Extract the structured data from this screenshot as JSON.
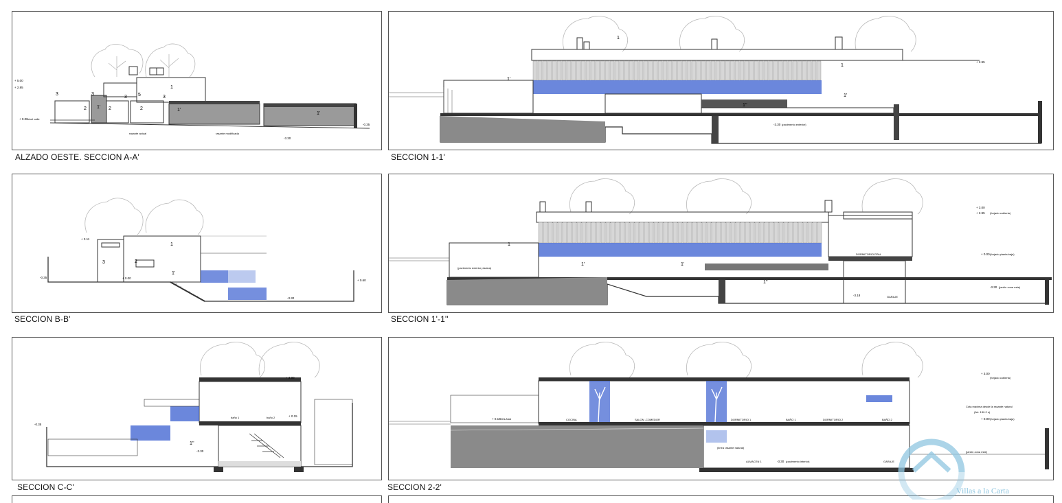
{
  "sections": [
    {
      "id": "a",
      "caption": "ALZADO OESTE. SECCION A-A'"
    },
    {
      "id": "11",
      "caption": "SECCION 1-1'"
    },
    {
      "id": "bb",
      "caption": "SECCION B-B'"
    },
    {
      "id": "111",
      "caption": "SECCION 1'-1''"
    },
    {
      "id": "cc",
      "caption": "SECCION C-C'"
    },
    {
      "id": "22",
      "caption": "SECCION 2-2'"
    }
  ],
  "labels": {
    "a": {
      "n1": "1",
      "n2": "2",
      "n3": "3",
      "n5": "5",
      "n1p": "1'",
      "lv1": "+ 5.00",
      "lv2": "+ 2.85",
      "lv3": "+ 0.00",
      "lv4": "-3.30",
      "lv5": "-0.35",
      "t1": "nivel calle",
      "t2": "rasante actual",
      "t3": "rasante modificada"
    },
    "11": {
      "n1": "1",
      "n1p": "1'",
      "n1pp": "1''",
      "lv1": "+ 2.95",
      "lv2": "-3.30",
      "t1": "(pavimento exterior)"
    },
    "bb": {
      "n1": "1",
      "n1p": "1'",
      "n2": "2",
      "n3": "3",
      "lv1": "+ 3.11",
      "lv2": "+ 0.00",
      "lv3": "-0.35",
      "lv4": "-3.30",
      "lv5": "+ 0.60"
    },
    "111": {
      "n1": "1",
      "n1p": "1'",
      "n1pp": "1''",
      "lv1": "+ 3.00",
      "lv2": "+ 2.95",
      "lv3": "+ 0.00",
      "lv4": "-3.18",
      "lv5": "-3.30",
      "t1": "DORMITORIO PPAL",
      "t2": "GARAJE",
      "t3": "(forjado cubierta)",
      "t4": "(forjado planta baja)",
      "t5": "(jardín zona este)",
      "t6": "(pavimento exterior piscina)"
    },
    "cc": {
      "n1pp": "1''",
      "lv1": "+ 3.00",
      "lv2": "+ 0.15",
      "lv3": "-3.30",
      "lv4": "-0.35",
      "t1": "baño 1",
      "t2": "baño 2"
    },
    "22": {
      "lv1": "+ 3.00",
      "lv2": "+ 0.15",
      "lv3": "+ 0.00",
      "lv4": "-3.30",
      "t1": "SOLANA",
      "t2": "COCINA",
      "t3": "SALON -COMEDOR",
      "t4": "DORMITORIO 1",
      "t5": "BAÑO 1",
      "t6": "DORMITORIO 2",
      "t7": "BAÑO 2",
      "t8": "ALMACEN 1",
      "t9": "GARAJE",
      "t10": "(forjado cubierta)",
      "t11": "(forjado planta baja)",
      "t12": "(línea rasante natural)",
      "t13": "(pavimento interior)",
      "t14": "(jardín zona este)",
      "t15": "Cota máxima desde la rasante natural",
      "t16": "(Art. 130.2 s)"
    }
  },
  "watermark": {
    "text": "Villas a la Carta",
    "icon": "house-arc-icon"
  },
  "colors": {
    "glass": "#3a5fd0",
    "glass_light": "#9fb4e8",
    "wall": "#3a3a3a",
    "fill": "#8a8a8a",
    "tree": "#b9b9b9",
    "watermark": "#8fc6e0"
  }
}
